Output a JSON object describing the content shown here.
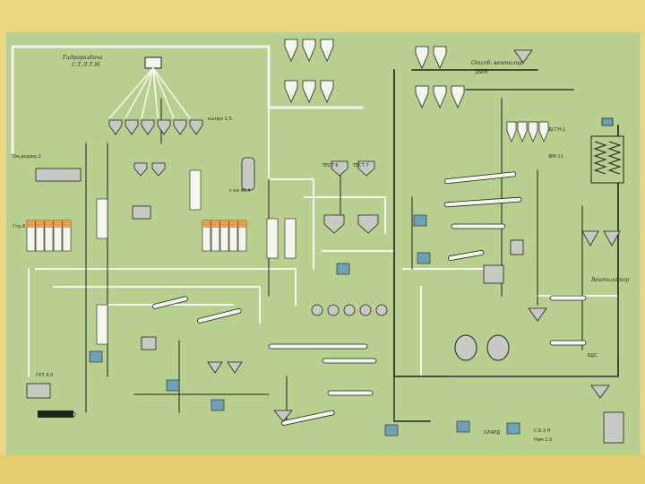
{
  "colors": {
    "frame": "#ead67f",
    "board": "#b9cf8f",
    "line_dark": "#1d2418",
    "line_white": "#f4f6ee",
    "equipment_fill": "#c9c9c4",
    "tank_blue": "#6fa0b8",
    "hopper_orange": "#e0a058"
  },
  "diagram": {
    "labels": {
      "top_left_tag": "Гидрораздача",
      "top_left_sub": "С.Т.Л.Т.М",
      "bunker_group": "кшпрл 1.5",
      "shelter": "с-ка 40.4",
      "left_side_a": "Ом.доджр.2",
      "left_side_b": "Гпр.6",
      "top_right_tag": "Отсоб. вентилир.",
      "top_right_sub": "ДФН",
      "right_col_a": "ДСГН-1",
      "right_col_b": "ФМ-11",
      "right_mid": "Вентилятор",
      "right_low": "ВДС",
      "bottom_mid": "ОЛАРД",
      "bottom_right_a": "С.6.3 Н",
      "bottom_right_b": "Ним 1.0",
      "mid_mark": "ТЕСТ 6",
      "mid_mark2": "ТЕСТ 7",
      "left_low": "ГКТ 4.0"
    }
  }
}
